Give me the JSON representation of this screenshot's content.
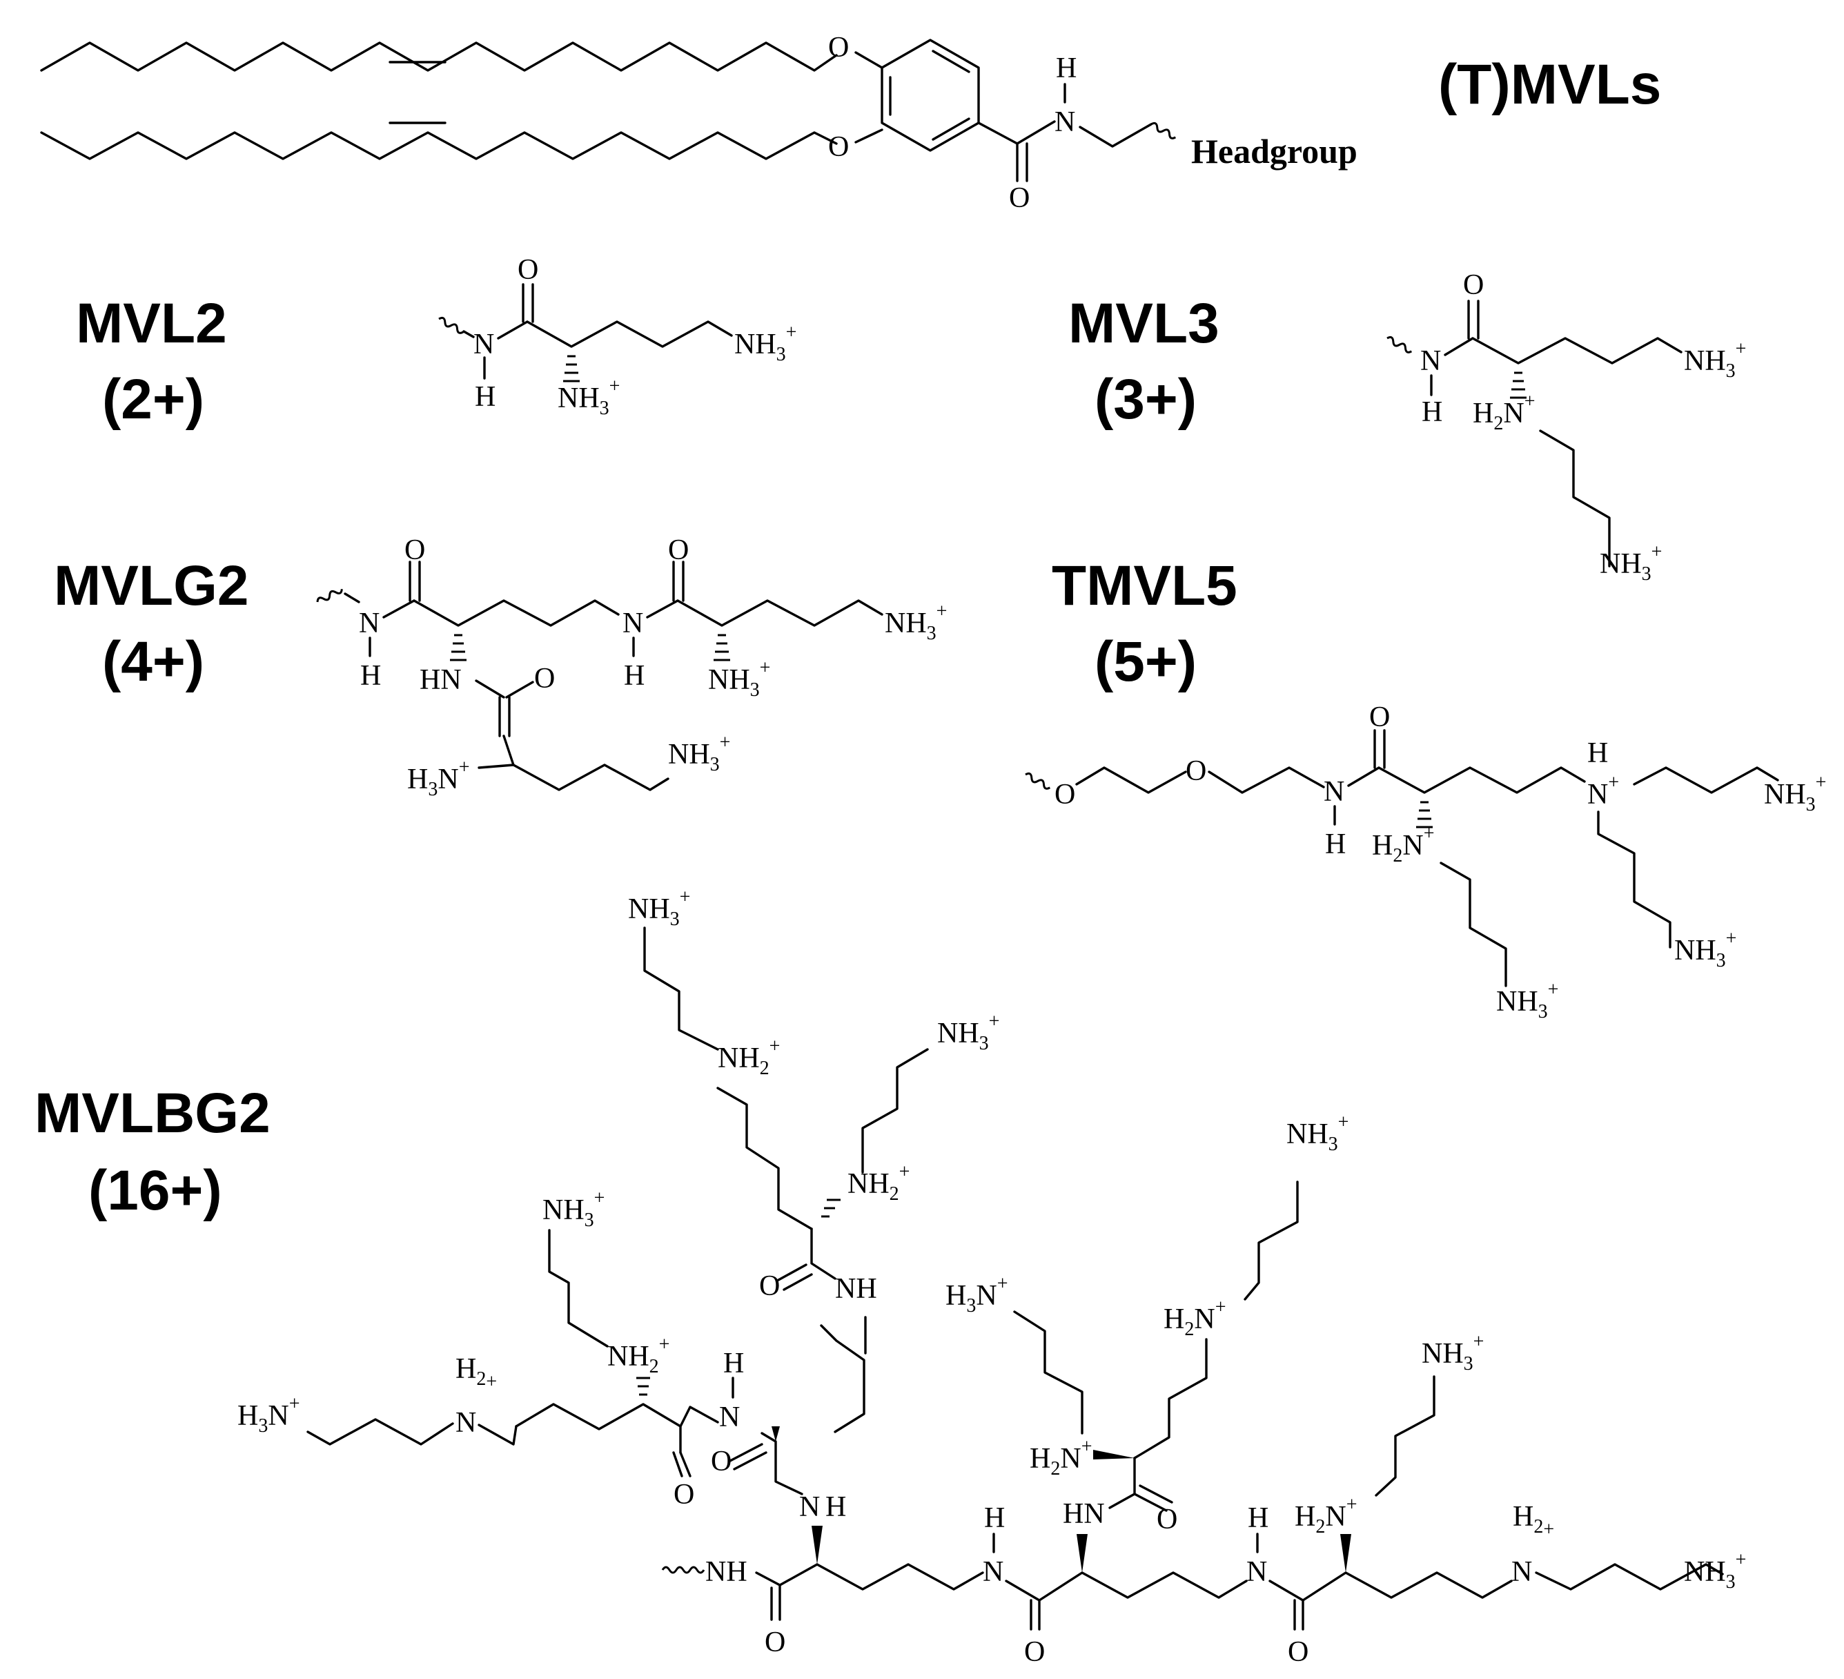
{
  "title": "(T)MVLs",
  "headgroup_label": "Headgroup",
  "compounds": [
    {
      "name": "MVL2",
      "charge": "(2+)"
    },
    {
      "name": "MVL3",
      "charge": "(3+)"
    },
    {
      "name": "MVLG2",
      "charge": "(4+)"
    },
    {
      "name": "TMVL5",
      "charge": "(5+)"
    },
    {
      "name": "MVLBG2",
      "charge": "(16+)"
    }
  ],
  "atoms": {
    "O": "O",
    "N": "N",
    "H": "H",
    "HN": "HN",
    "NH": "NH",
    "NH3": "NH",
    "H2": "H",
    "H3": "H",
    "sub2": "2",
    "sub3": "3",
    "plus": "+"
  },
  "colors": {
    "ink": "#000000",
    "background": "#ffffff"
  }
}
